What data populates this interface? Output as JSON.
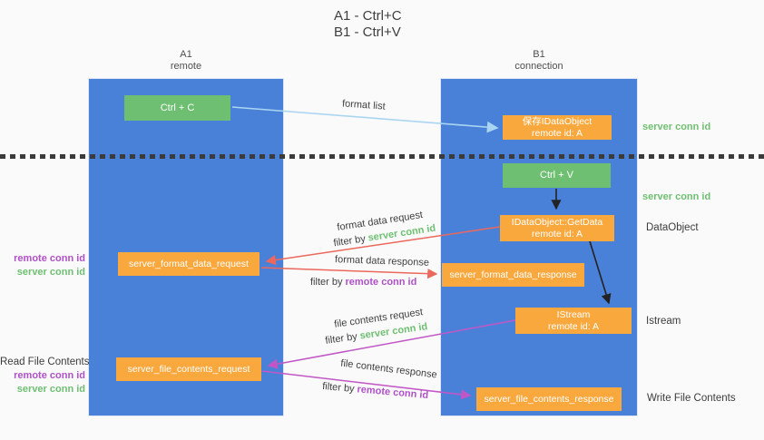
{
  "title": {
    "line1": "A1 - Ctrl+C",
    "line2": "B1 - Ctrl+V"
  },
  "lifelines": {
    "a1": {
      "name": "A1",
      "role": "remote"
    },
    "b1": {
      "name": "B1",
      "role": "connection"
    }
  },
  "nodes": {
    "ctrl_c": {
      "label": "Ctrl + C"
    },
    "ctrl_v": {
      "label": "Ctrl + V"
    },
    "save_dataobject": {
      "line1": "保存IDataObject",
      "line2": "remote id: A"
    },
    "getdata": {
      "line1": "IDataObject::GetData",
      "line2": "remote id: A"
    },
    "istream": {
      "line1": "IStream",
      "line2": "remote id: A"
    },
    "server_format_data_request": {
      "label": "server_format_data_request"
    },
    "server_format_data_response": {
      "label": "server_format_data_response"
    },
    "server_file_contents_request": {
      "label": "server_file_contents_request"
    },
    "server_file_contents_response": {
      "label": "server_file_contents_response"
    }
  },
  "arrow_labels": {
    "format_list": "format list",
    "format_data_request": "format data request",
    "format_data_response": "format data response",
    "file_contents_request": "file contents request",
    "file_contents_response": "file contents response",
    "filter_by": "filter by",
    "server_conn_id": "server conn id",
    "remote_conn_id": "remote conn id"
  },
  "side_labels": {
    "server_conn_id_top": "server conn id",
    "server_conn_id_mid": "server conn id",
    "dataobject": "DataObject",
    "istream": "Istream",
    "read_file_contents": "Read File Contents",
    "write_file_contents": "Write File Contents",
    "remote_conn_id": "remote conn id",
    "server_conn_id": "server conn id"
  },
  "colors": {
    "background": "#fafafa",
    "lifeline_blue": "#4a81d8",
    "action_green": "#6fbf72",
    "message_orange": "#f9a83e",
    "arrow_red": "#ec685c",
    "arrow_magenta": "#c157c6",
    "arrow_light_blue": "#aad5f2",
    "arrow_black": "#222222",
    "text_dark": "#3c3c3c",
    "text_green": "#6fbf72",
    "text_purple": "#b050c8"
  }
}
